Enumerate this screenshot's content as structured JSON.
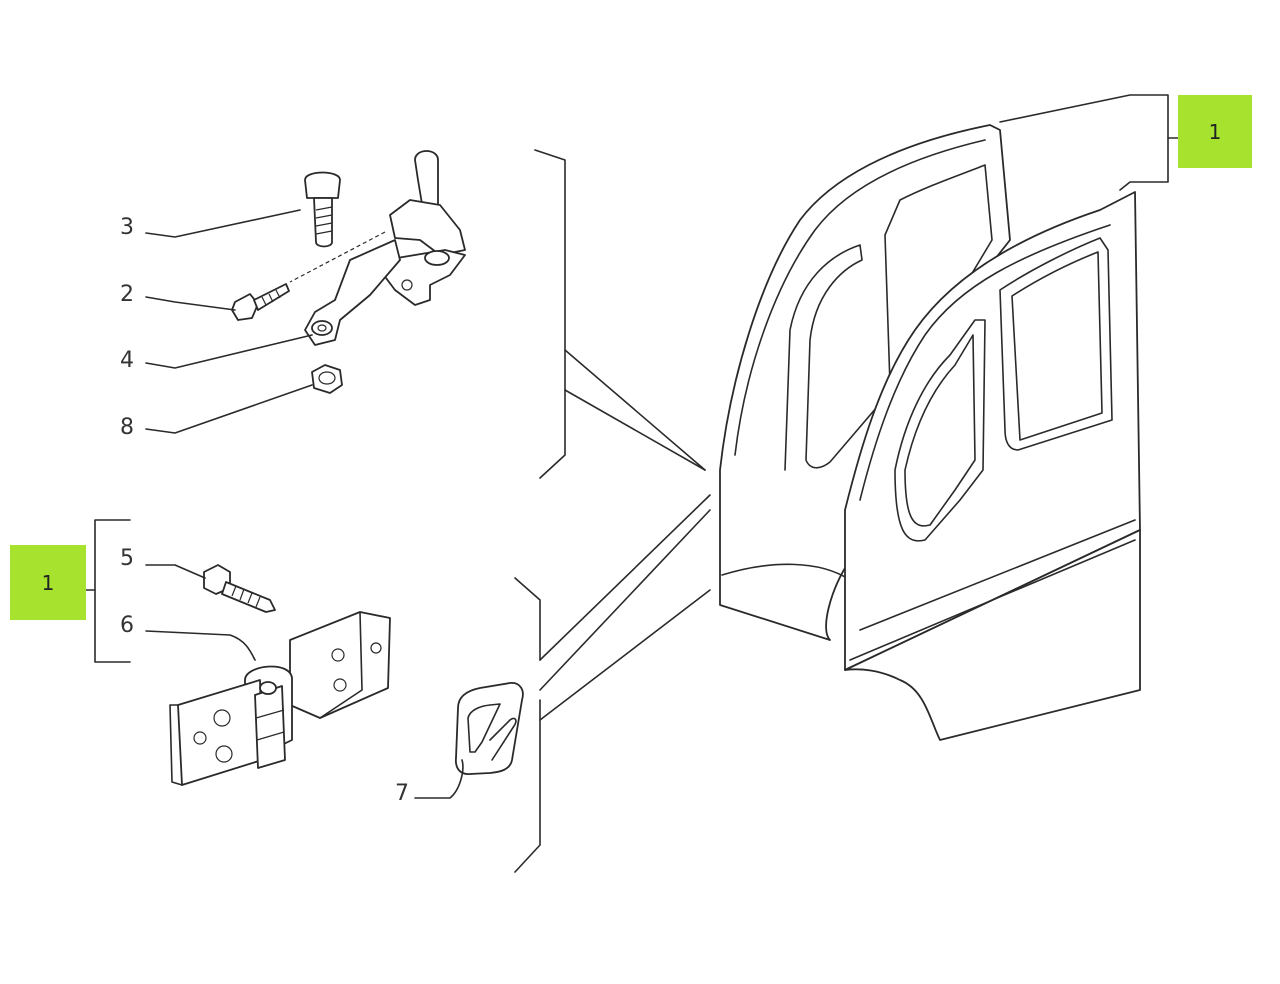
{
  "diagram": {
    "callouts": {
      "c1_top": "1",
      "c1_left": "1",
      "c2": "2",
      "c3": "3",
      "c4": "4",
      "c5": "5",
      "c6": "6",
      "c7": "7",
      "c8": "8"
    },
    "colors": {
      "badge": "#a6e22e",
      "line": "#2a2a2a"
    }
  }
}
